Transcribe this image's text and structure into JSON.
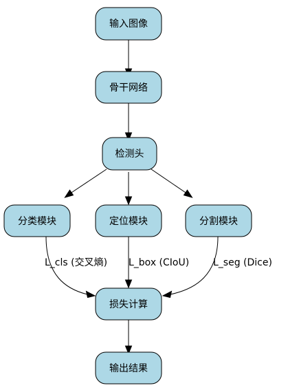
{
  "nodes": {
    "input": "输入图像",
    "backbone": "骨干网络",
    "head": "检测头",
    "cls": "分类模块",
    "loc": "定位模块",
    "seg": "分割模块",
    "loss": "损失计算",
    "output": "输出结果"
  },
  "edge_labels": {
    "cls_loss": "L_cls (交叉熵)",
    "loc_loss": "L_box (CIoU)",
    "seg_loss": "L_seg (Dice)"
  },
  "colors": {
    "node_fill": "#add8e6",
    "stroke": "#000000"
  }
}
